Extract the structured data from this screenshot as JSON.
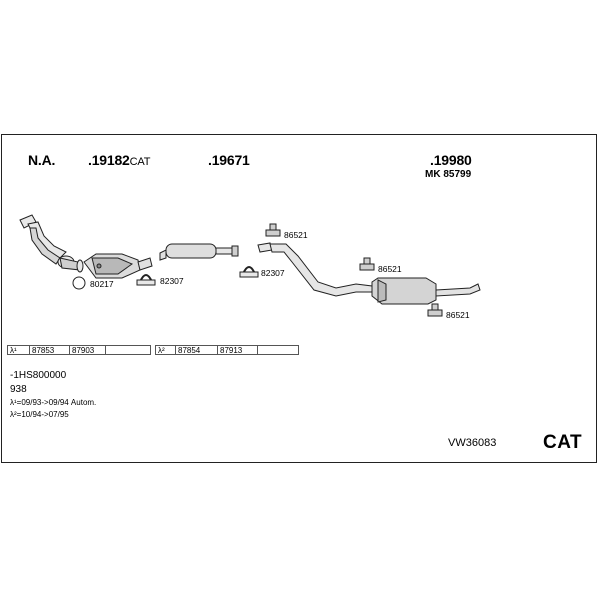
{
  "header": {
    "na": "N.A.",
    "part1": ".19182",
    "part1_suffix": "CAT",
    "part2": ".19671",
    "part3": ".19980",
    "part3_sub": "MK 85799"
  },
  "labels": {
    "downpipe_clamp": "80217",
    "clamp_a": "82307",
    "clamp_b": "82307",
    "hanger_a": "86521",
    "hanger_b": "86521",
    "hanger_c": "86521"
  },
  "strips": {
    "left": [
      "λ¹",
      "87853",
      "87903",
      ""
    ],
    "right": [
      "λ²",
      "87854",
      "87913",
      ""
    ]
  },
  "notes": {
    "line1": "-1HS800000",
    "line2": "938",
    "line3": "λ¹=09/93->09/94 Autom.",
    "line4": "λ²=10/94->07/95"
  },
  "footer": {
    "code": "VW36083",
    "cat": "CAT"
  }
}
